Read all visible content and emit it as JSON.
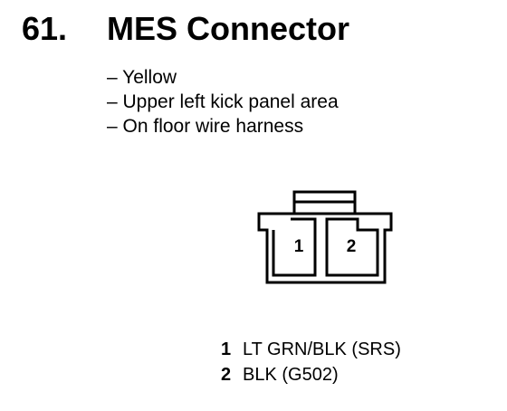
{
  "heading": {
    "number": "61.",
    "title": "MES Connector"
  },
  "notes": [
    "– Yellow",
    "– Upper left kick panel area",
    "– On floor wire harness"
  ],
  "connector": {
    "pins": [
      "1",
      "2"
    ]
  },
  "pinout": [
    {
      "pin": "1",
      "wire": "LT GRN/BLK (SRS)"
    },
    {
      "pin": "2",
      "wire": "BLK (G502)"
    }
  ]
}
